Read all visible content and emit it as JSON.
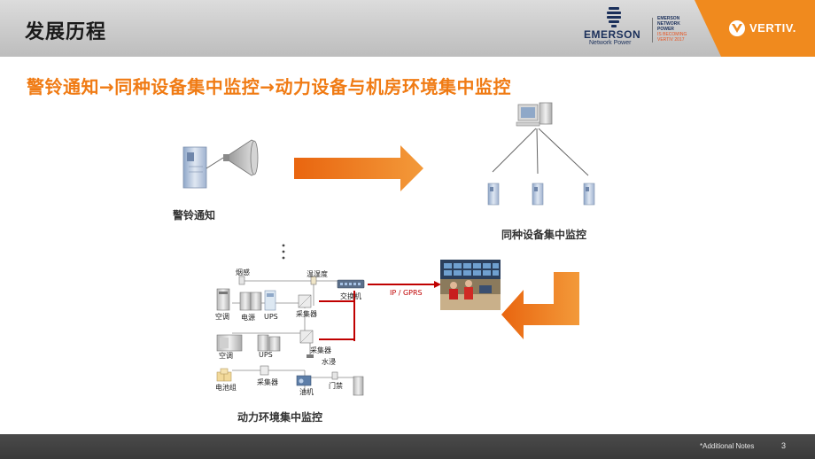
{
  "slide": {
    "title": "发展历程",
    "headline": "警铃通知→同种设备集中监控→动力设备与机房环境集中监控",
    "page_number": "3",
    "footer_note": "*Additional Notes"
  },
  "logos": {
    "emerson_word": "EMERSON",
    "emerson_sub": "Network Power",
    "network_power_lines": [
      "EMERSON",
      "NETWORK",
      "POWER"
    ],
    "becoming_lines": [
      "IS BECOMING",
      "VERTIV 2017"
    ],
    "vertiv_word": "VERTIV."
  },
  "stages": {
    "alarm": "警铃通知",
    "same_device": "同种设备集中监控",
    "environment": "动力环境集中监控"
  },
  "diagram_labels": {
    "smoke": "烟感",
    "temp_humidity": "温湿度",
    "switch": "交换机",
    "ip_gprs": "IP / GPRS",
    "ac_1": "空调",
    "power": "电源",
    "ups_1": "UPS",
    "collector_1": "采集器",
    "ac_2": "空调",
    "ups_2": "UPS",
    "collector_2": "采集器",
    "water": "水浸",
    "battery": "电池组",
    "collector_3": "采集器",
    "oil": "油机",
    "door": "门禁"
  },
  "colors": {
    "accent_orange": "#f07b14",
    "line_red": "#c00000",
    "header_gray": "#c9c9c9",
    "footer_dark": "#3a3a3a",
    "vertiv_orange": "#f08a1e"
  }
}
